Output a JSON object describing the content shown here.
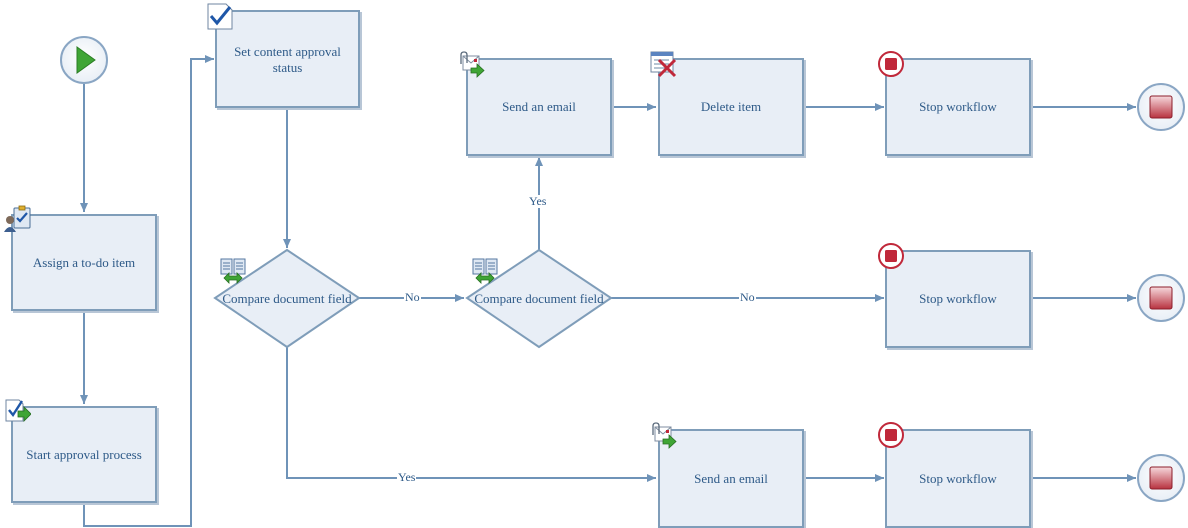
{
  "diagram": {
    "start": {
      "name": "start-event"
    },
    "nodes": {
      "assign_todo": {
        "label": "Assign a to-do item",
        "icon": "assign-todo-icon"
      },
      "start_approval": {
        "label": "Start approval process",
        "icon": "approval-process-icon"
      },
      "set_status": {
        "label": "Set content approval status",
        "icon": "approval-status-icon"
      },
      "compare_1": {
        "label": "Compare document field",
        "icon": "compare-field-icon"
      },
      "compare_2": {
        "label": "Compare document field",
        "icon": "compare-field-icon"
      },
      "email_1": {
        "label": "Send an email",
        "icon": "send-email-icon"
      },
      "delete_item": {
        "label": "Delete item",
        "icon": "delete-item-icon"
      },
      "stop_1": {
        "label": "Stop workflow",
        "icon": "stop-icon"
      },
      "stop_2": {
        "label": "Stop workflow",
        "icon": "stop-icon"
      },
      "email_2": {
        "label": "Send an email",
        "icon": "send-email-icon"
      },
      "stop_3": {
        "label": "Stop workflow",
        "icon": "stop-icon"
      }
    },
    "edge_labels": {
      "c1_no": "No",
      "c2_yes": "Yes",
      "c2_no": "No",
      "c1_yes": "Yes"
    },
    "colors": {
      "node_fill": "#e8eef6",
      "node_border": "#7f9db9",
      "connector": "#6f93b8",
      "text": "#2e5a88",
      "start_green": "#3fa535",
      "end_red": "#c0283a"
    }
  }
}
